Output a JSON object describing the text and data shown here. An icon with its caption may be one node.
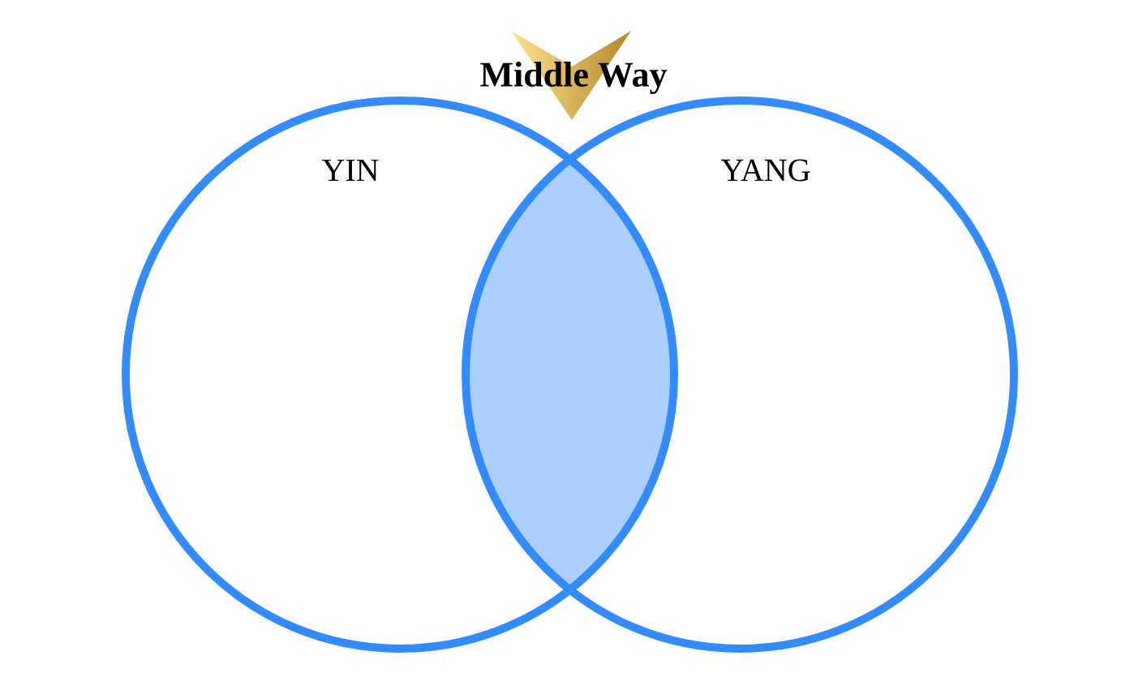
{
  "diagram": {
    "nodes": [
      {
        "text": [
          "YIN"
        ]
      },
      {
        "text": [
          "YANG"
        ]
      },
      {
        "text": [],
        "shape": "lens"
      }
    ],
    "labels": [
      "Middle Way"
    ]
  }
}
